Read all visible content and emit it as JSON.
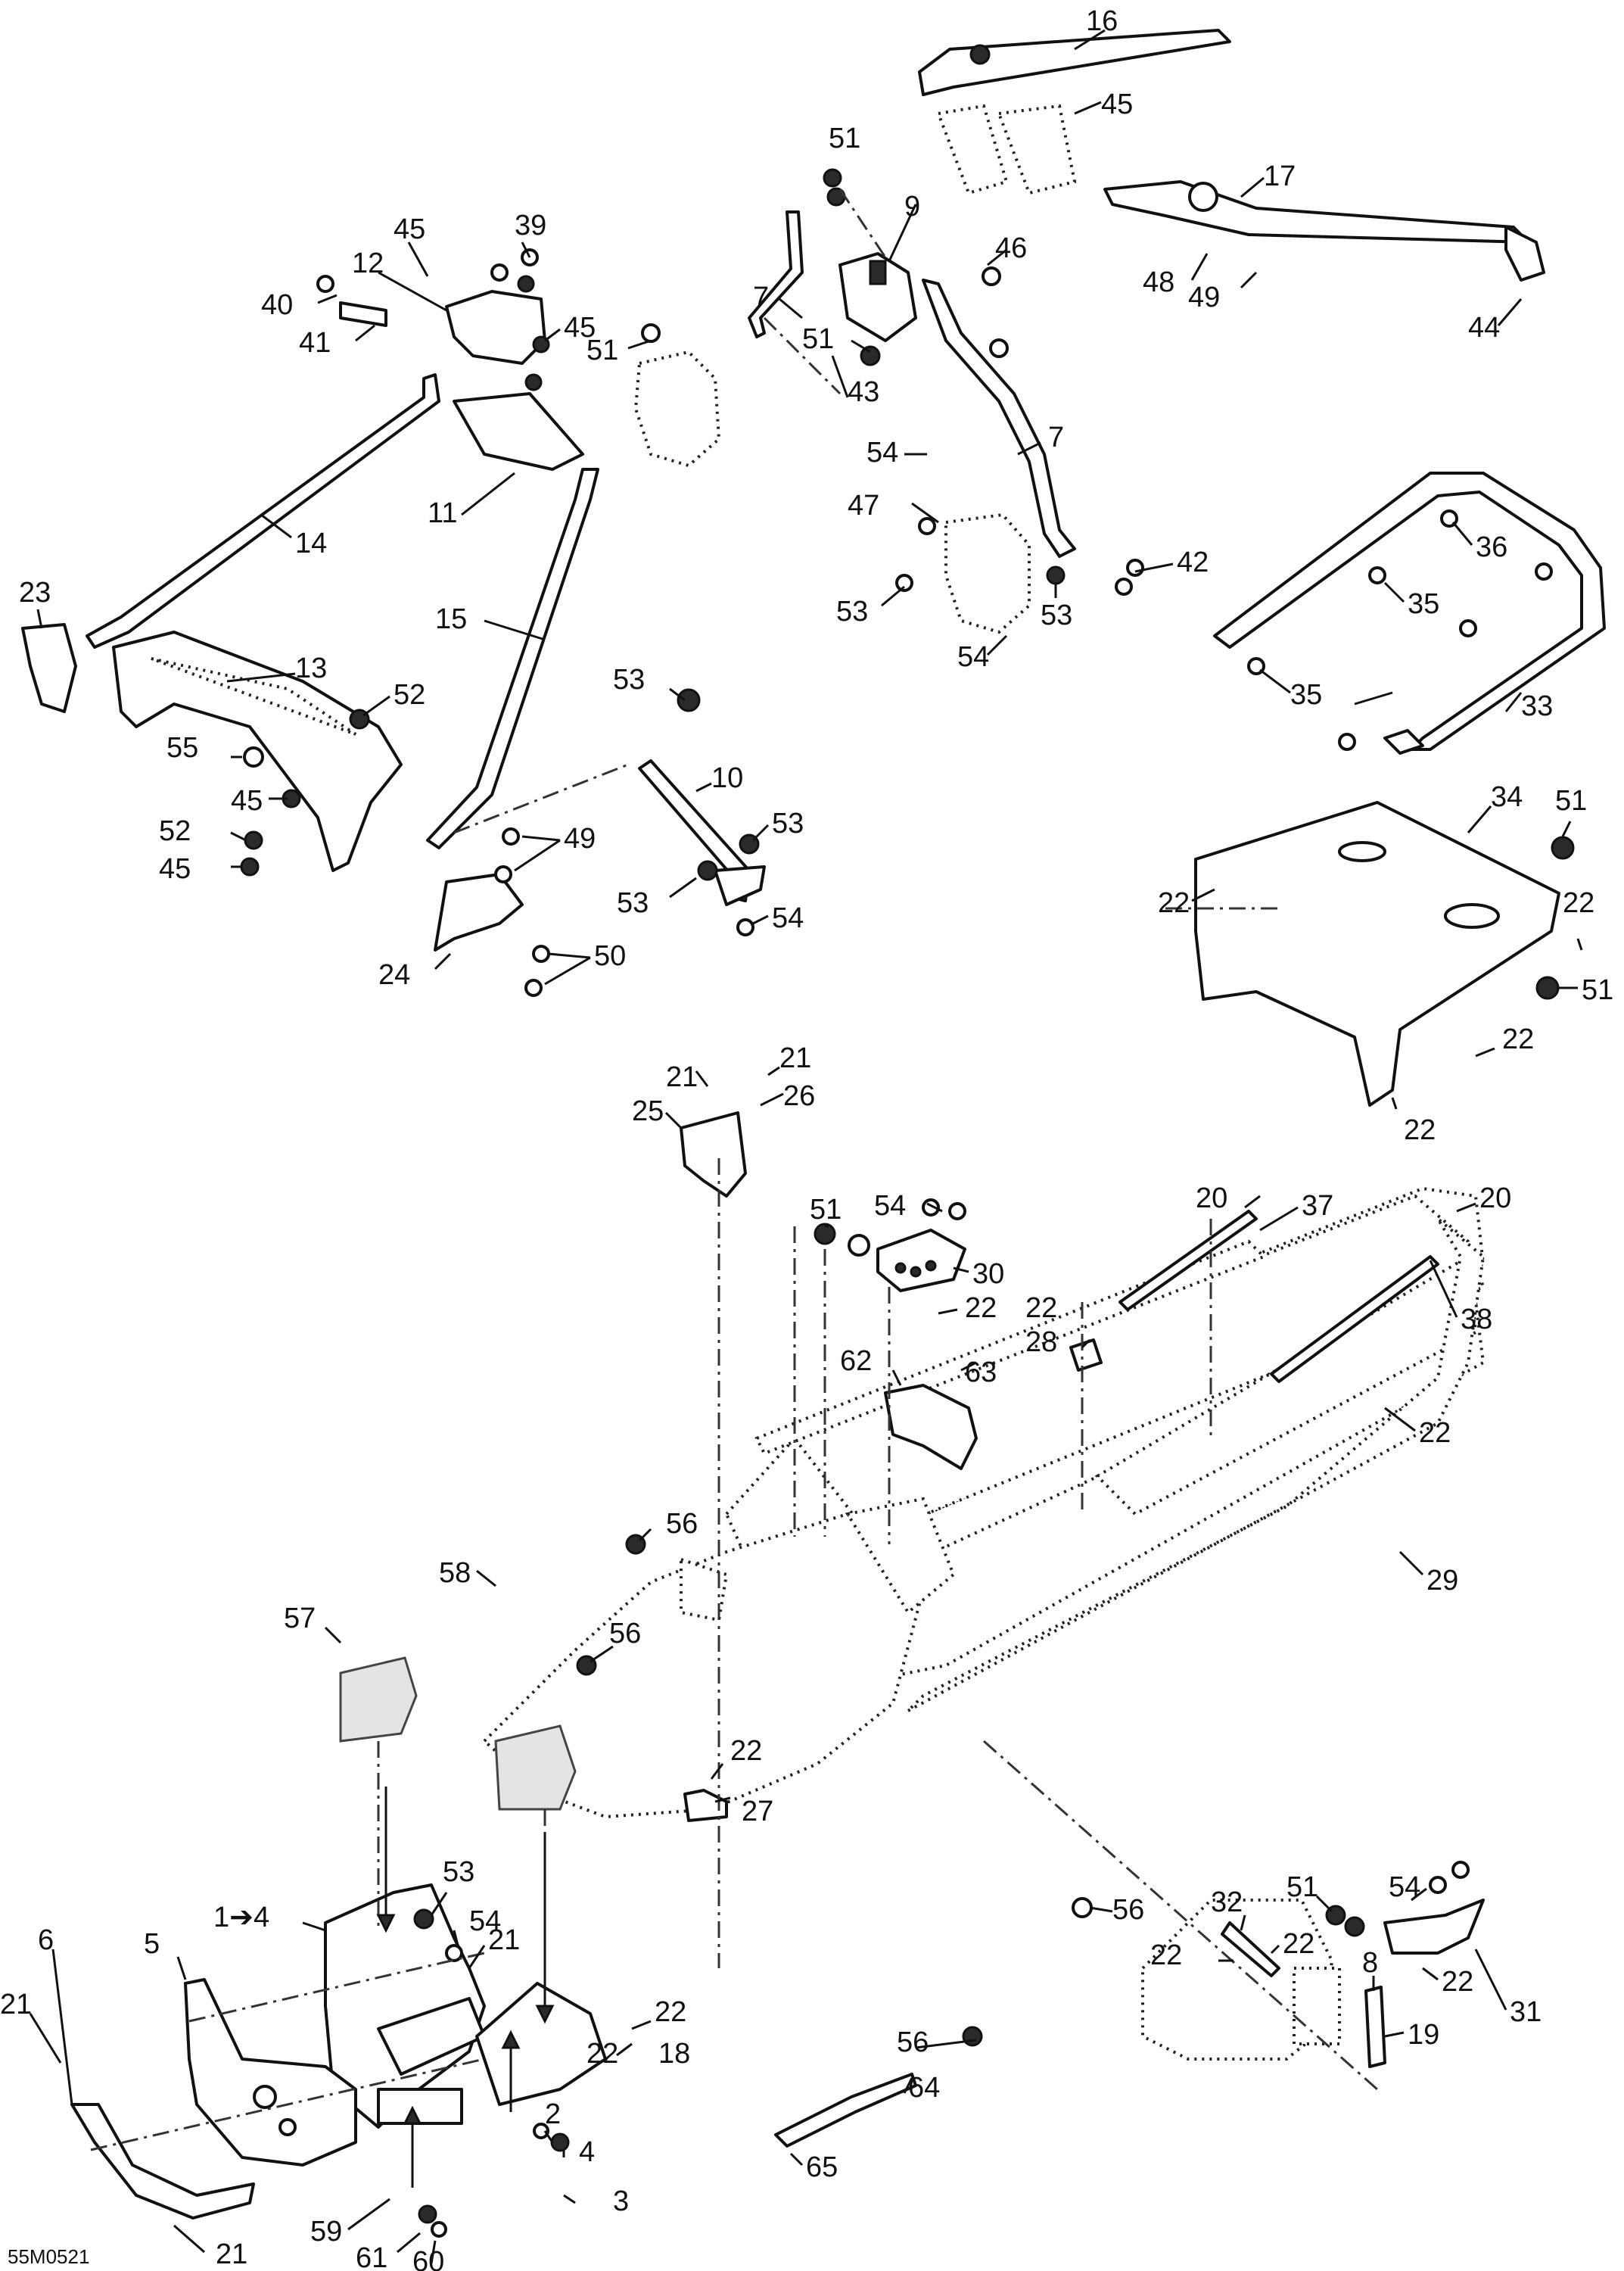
{
  "diagram_code": "55M0521",
  "callouts": [
    {
      "id": "c16",
      "text": "16"
    },
    {
      "id": "c45a",
      "text": "45"
    },
    {
      "id": "c17",
      "text": "17"
    },
    {
      "id": "c48",
      "text": "48"
    },
    {
      "id": "c49a",
      "text": "49"
    },
    {
      "id": "c44",
      "text": "44"
    },
    {
      "id": "c51a",
      "text": "51"
    },
    {
      "id": "c9",
      "text": "9"
    },
    {
      "id": "c46",
      "text": "46"
    },
    {
      "id": "c7a",
      "text": "7"
    },
    {
      "id": "c51b",
      "text": "51"
    },
    {
      "id": "c51c",
      "text": "51"
    },
    {
      "id": "c43",
      "text": "43"
    },
    {
      "id": "c54a",
      "text": "54"
    },
    {
      "id": "c7b",
      "text": "7"
    },
    {
      "id": "c47",
      "text": "47"
    },
    {
      "id": "c42",
      "text": "42"
    },
    {
      "id": "c53a",
      "text": "53"
    },
    {
      "id": "c53b",
      "text": "53"
    },
    {
      "id": "c54b",
      "text": "54"
    },
    {
      "id": "c45b",
      "text": "45"
    },
    {
      "id": "c39",
      "text": "39"
    },
    {
      "id": "c12",
      "text": "12"
    },
    {
      "id": "c40",
      "text": "40"
    },
    {
      "id": "c45c",
      "text": "45"
    },
    {
      "id": "c41",
      "text": "41"
    },
    {
      "id": "c11",
      "text": "11"
    },
    {
      "id": "c14",
      "text": "14"
    },
    {
      "id": "c23",
      "text": "23"
    },
    {
      "id": "c15",
      "text": "15"
    },
    {
      "id": "c13",
      "text": "13"
    },
    {
      "id": "c52a",
      "text": "52"
    },
    {
      "id": "c55",
      "text": "55"
    },
    {
      "id": "c45d",
      "text": "45"
    },
    {
      "id": "c52b",
      "text": "52"
    },
    {
      "id": "c45e",
      "text": "45"
    },
    {
      "id": "c49b",
      "text": "49"
    },
    {
      "id": "c24",
      "text": "24"
    },
    {
      "id": "c50",
      "text": "50"
    },
    {
      "id": "c53c",
      "text": "53"
    },
    {
      "id": "c10",
      "text": "10"
    },
    {
      "id": "c53d",
      "text": "53"
    },
    {
      "id": "c53e",
      "text": "53"
    },
    {
      "id": "c54c",
      "text": "54"
    },
    {
      "id": "c36",
      "text": "36"
    },
    {
      "id": "c35a",
      "text": "35"
    },
    {
      "id": "c35b",
      "text": "35"
    },
    {
      "id": "c33",
      "text": "33"
    },
    {
      "id": "c34",
      "text": "34"
    },
    {
      "id": "c51d",
      "text": "51"
    },
    {
      "id": "c22a",
      "text": "22"
    },
    {
      "id": "c22b",
      "text": "22"
    },
    {
      "id": "c51e",
      "text": "51"
    },
    {
      "id": "c22c",
      "text": "22"
    },
    {
      "id": "c22d",
      "text": "22"
    },
    {
      "id": "c21a",
      "text": "21"
    },
    {
      "id": "c21b",
      "text": "21"
    },
    {
      "id": "c26",
      "text": "26"
    },
    {
      "id": "c25",
      "text": "25"
    },
    {
      "id": "c51f",
      "text": "51"
    },
    {
      "id": "c54d",
      "text": "54"
    },
    {
      "id": "c20a",
      "text": "20"
    },
    {
      "id": "c37",
      "text": "37"
    },
    {
      "id": "c20b",
      "text": "20"
    },
    {
      "id": "c30",
      "text": "30"
    },
    {
      "id": "c22e",
      "text": "22"
    },
    {
      "id": "c22f",
      "text": "22"
    },
    {
      "id": "c28",
      "text": "28"
    },
    {
      "id": "c38",
      "text": "38"
    },
    {
      "id": "c62",
      "text": "62"
    },
    {
      "id": "c63",
      "text": "63"
    },
    {
      "id": "c22g",
      "text": "22"
    },
    {
      "id": "c29",
      "text": "29"
    },
    {
      "id": "c57",
      "text": "57"
    },
    {
      "id": "c56a",
      "text": "56"
    },
    {
      "id": "c58",
      "text": "58"
    },
    {
      "id": "c56b",
      "text": "56"
    },
    {
      "id": "c22h",
      "text": "22"
    },
    {
      "id": "c27",
      "text": "27"
    },
    {
      "id": "c53f",
      "text": "53"
    },
    {
      "id": "c54e",
      "text": "54"
    },
    {
      "id": "c1to4",
      "text": "1➔4"
    },
    {
      "id": "c21c",
      "text": "21"
    },
    {
      "id": "c5",
      "text": "5"
    },
    {
      "id": "c6",
      "text": "6"
    },
    {
      "id": "c21d",
      "text": "21"
    },
    {
      "id": "c22i",
      "text": "22"
    },
    {
      "id": "c22j",
      "text": "22"
    },
    {
      "id": "c18",
      "text": "18"
    },
    {
      "id": "c56c",
      "text": "56"
    },
    {
      "id": "c54f",
      "text": "54"
    },
    {
      "id": "c51g",
      "text": "51"
    },
    {
      "id": "c32",
      "text": "32"
    },
    {
      "id": "c22k",
      "text": "22"
    },
    {
      "id": "c22l",
      "text": "22"
    },
    {
      "id": "c22m",
      "text": "22"
    },
    {
      "id": "c31",
      "text": "31"
    },
    {
      "id": "c56d",
      "text": "56"
    },
    {
      "id": "c64",
      "text": "64"
    },
    {
      "id": "c65",
      "text": "65"
    },
    {
      "id": "c8",
      "text": "8"
    },
    {
      "id": "c19",
      "text": "19"
    },
    {
      "id": "c2",
      "text": "2"
    },
    {
      "id": "c4",
      "text": "4"
    },
    {
      "id": "c3",
      "text": "3"
    },
    {
      "id": "c59",
      "text": "59"
    },
    {
      "id": "c61",
      "text": "61"
    },
    {
      "id": "c60",
      "text": "60"
    },
    {
      "id": "c21e",
      "text": "21"
    }
  ]
}
